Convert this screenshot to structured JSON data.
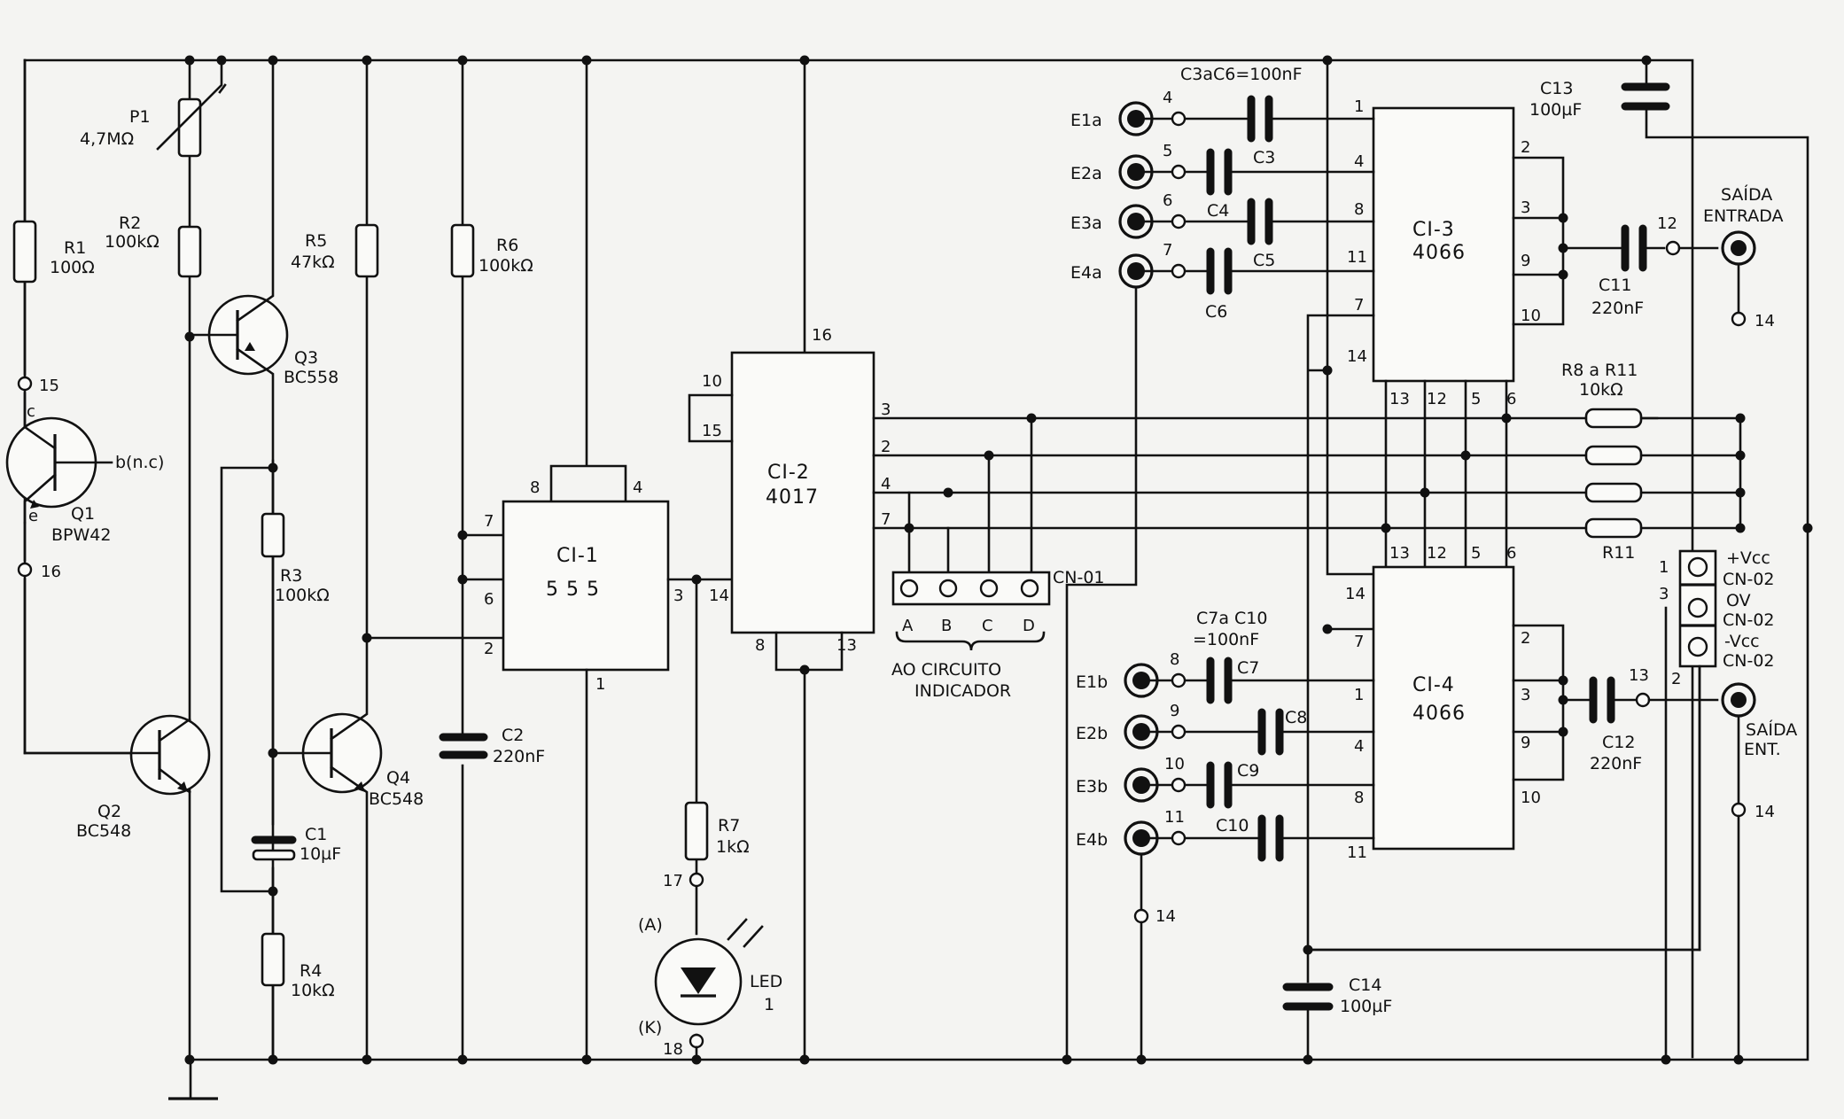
{
  "components": {
    "P1": {
      "ref": "P1",
      "value": "4,7MΩ"
    },
    "R1": {
      "ref": "R1",
      "value": "100Ω"
    },
    "R2": {
      "ref": "R2",
      "value": "100kΩ"
    },
    "R3": {
      "ref": "R3",
      "value": "100kΩ"
    },
    "R4": {
      "ref": "R4",
      "value": "10kΩ"
    },
    "R5": {
      "ref": "R5",
      "value": "47kΩ"
    },
    "R6": {
      "ref": "R6",
      "value": "100kΩ"
    },
    "R7": {
      "ref": "R7",
      "value": "1kΩ"
    },
    "R8R11": {
      "ref": "R8 a R11",
      "value": "10kΩ",
      "last": "R11"
    },
    "C1": {
      "ref": "C1",
      "value": "10µF"
    },
    "C2": {
      "ref": "C2",
      "value": "220nF"
    },
    "C3C6": {
      "label": "C3aC6=100nF",
      "c3": "C3",
      "c4": "C4",
      "c5": "C5",
      "c6": "C6"
    },
    "C7C10": {
      "label1": "C7a C10",
      "label2": "=100nF",
      "c7": "C7",
      "c8": "C8",
      "c9": "C9",
      "c10": "C10"
    },
    "C11": {
      "ref": "C11",
      "value": "220nF"
    },
    "C12": {
      "ref": "C12",
      "value": "220nF"
    },
    "C13": {
      "ref": "C13",
      "value": "100µF"
    },
    "C14": {
      "ref": "C14",
      "value": "100µF"
    },
    "Q1": {
      "ref": "Q1",
      "part": "BPW42",
      "c": "c",
      "e": "e",
      "b": "b(n.c)"
    },
    "Q2": {
      "ref": "Q2",
      "part": "BC548"
    },
    "Q3": {
      "ref": "Q3",
      "part": "BC558"
    },
    "Q4": {
      "ref": "Q4",
      "part": "BC548"
    },
    "LED": {
      "line1": "LED",
      "line2": "1",
      "anode": "(A)",
      "cathode": "(K)"
    }
  },
  "ics": {
    "CI1": {
      "name": "CI-1",
      "part": "5 5 5"
    },
    "CI2": {
      "name": "CI-2",
      "part": "4017"
    },
    "CI3": {
      "name": "CI-3",
      "part": "4066"
    },
    "CI4": {
      "name": "CI-4",
      "part": "4066"
    }
  },
  "inputs": [
    "E1a",
    "E2a",
    "E3a",
    "E4a",
    "E1b",
    "E2b",
    "E3b",
    "E4b"
  ],
  "connectors": {
    "CN01": {
      "name": "CN-01",
      "pins": [
        "A",
        "B",
        "C",
        "D"
      ],
      "caption1": "AO CIRCUITO",
      "caption2": "INDICADOR"
    },
    "CN02": {
      "pos": "+Vcc",
      "zero": "OV",
      "neg": "-Vcc",
      "name": "CN-02",
      "p1": "1",
      "p2": "2",
      "p3": "3"
    },
    "out1": {
      "line1": "SAÍDA",
      "line2": "ENTRADA"
    },
    "out2": {
      "line1": "SAÍDA",
      "line2": "ENT."
    }
  },
  "terminals": {
    "t4": "4",
    "t5": "5",
    "t6": "6",
    "t7": "7",
    "t8": "8",
    "t9": "9",
    "t10": "10",
    "t11": "11",
    "t12": "12",
    "t13": "13",
    "t14": "14",
    "t15": "15",
    "t16": "16",
    "t17": "17",
    "t18": "18"
  },
  "pins": {
    "ci1": {
      "p8": "8",
      "p4": "4",
      "p7": "7",
      "p6": "6",
      "p2": "2",
      "p3": "3",
      "p1": "1"
    },
    "ci2": {
      "p16": "16",
      "p10": "10",
      "p15": "15",
      "p3": "3",
      "p2": "2",
      "p4": "4",
      "p7": "7",
      "p14": "14",
      "p8": "8",
      "p13": "13"
    },
    "ci3": {
      "p1": "1",
      "p4": "4",
      "p8": "8",
      "p11": "11",
      "p7": "7",
      "p14": "14",
      "p2": "2",
      "p3": "3",
      "p9": "9",
      "p10": "10",
      "p13": "13",
      "p12": "12",
      "p5": "5",
      "p6": "6"
    },
    "ci4": {
      "p13": "13",
      "p12": "12",
      "p5": "5",
      "p6": "6",
      "p14": "14",
      "p7": "7",
      "p1": "1",
      "p4": "4",
      "p8": "8",
      "p11": "11",
      "p2": "2",
      "p3": "3",
      "p9": "9",
      "p10": "10"
    }
  }
}
